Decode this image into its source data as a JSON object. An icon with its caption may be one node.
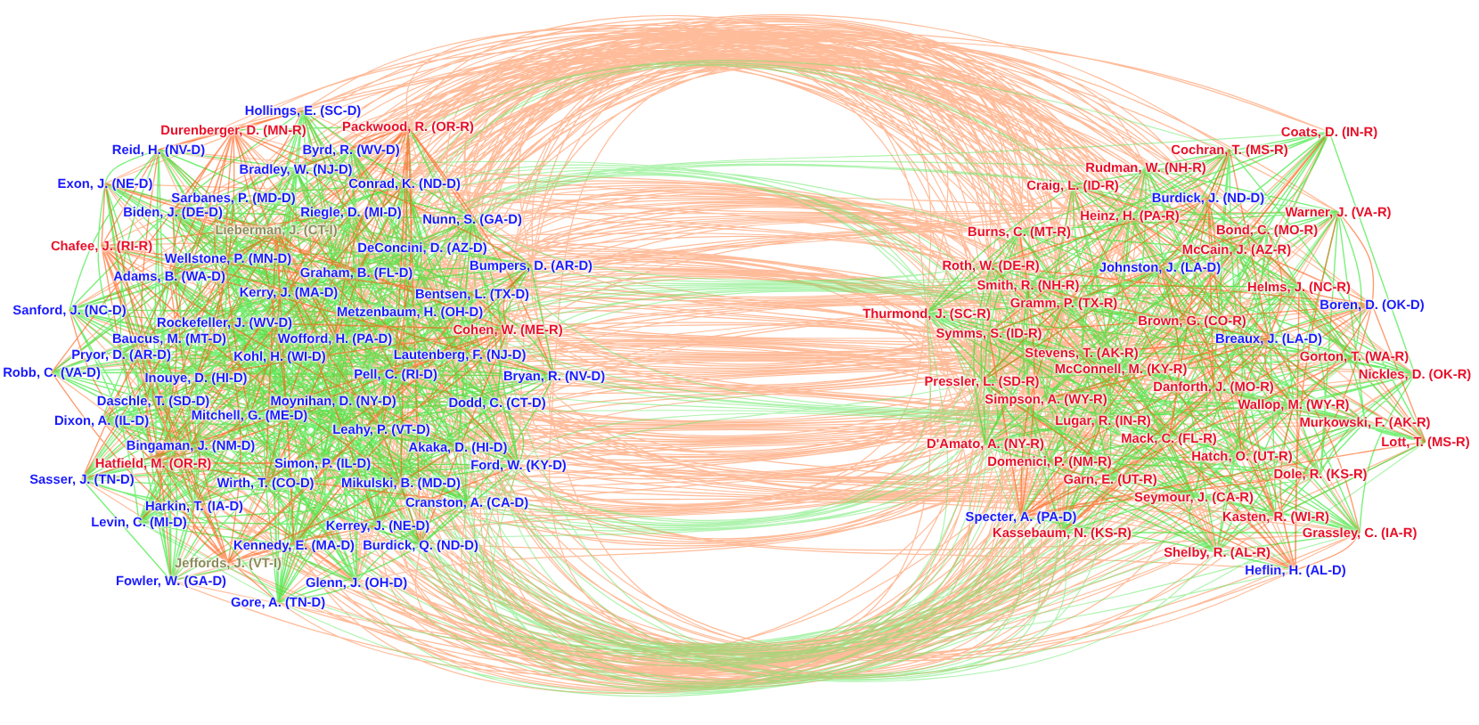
{
  "diagram": {
    "labels": [
      "Hollings, E. (SC-D)",
      "Durenberger, D. (MN-R)",
      "Packwood, R. (OR-R)",
      "Reid, H. (NV-D)",
      "Byrd, R. (WV-D)",
      "Bradley, W. (NJ-D)",
      "Exon, J. (NE-D)",
      "Conrad, K. (ND-D)",
      "Sarbanes, P. (MD-D)",
      "Biden, J. (DE-D)",
      "Riegle, D. (MI-D)",
      "Nunn, S. (GA-D)",
      "Lieberman, J. (CT-I)",
      "Chafee, J. (RI-R)",
      "Wellstone, P. (MN-D)",
      "DeConcini, D. (AZ-D)",
      "Bumpers, D. (AR-D)",
      "Adams, B. (WA-D)",
      "Graham, B. (FL-D)",
      "Kerry, J. (MA-D)",
      "Bentsen, L. (TX-D)",
      "Sanford, J. (NC-D)",
      "Metzenbaum, H. (OH-D)",
      "Rockefeller, J. (WV-D)",
      "Baucus, M. (MT-D)",
      "Wofford, H. (PA-D)",
      "Cohen, W. (ME-R)",
      "Pryor, D. (AR-D)",
      "Kohl, H. (WI-D)",
      "Lautenberg, F. (NJ-D)",
      "Robb, C. (VA-D)",
      "Inouye, D. (HI-D)",
      "Pell, C. (RI-D)",
      "Bryan, R. (NV-D)",
      "Daschle, T. (SD-D)",
      "Moynihan, D. (NY-D)",
      "Dodd, C. (CT-D)",
      "Dixon, A. (IL-D)",
      "Mitchell, G. (ME-D)",
      "Leahy, P. (VT-D)",
      "Bingaman, J. (NM-D)",
      "Akaka, D. (HI-D)",
      "Hatfield, M. (OR-R)",
      "Simon, P. (IL-D)",
      "Ford, W. (KY-D)",
      "Sasser, J. (TN-D)",
      "Wirth, T. (CO-D)",
      "Mikulski, B. (MD-D)",
      "Harkin, T. (IA-D)",
      "Cranston, A. (CA-D)",
      "Levin, C. (MI-D)",
      "Kerrey, J. (NE-D)",
      "Kennedy, E. (MA-D)",
      "Burdick, Q. (ND-D)",
      "Jeffords, J. (VT-I)",
      "Fowler, W. (GA-D)",
      "Glenn, J. (OH-D)",
      "Gore, A. (TN-D)",
      "Coats, D. (IN-R)",
      "Cochran, T. (MS-R)",
      "Rudman, W. (NH-R)",
      "Craig, L. (ID-R)",
      "Burdick, J. (ND-D)",
      "Heinz, H. (PA-R)",
      "Warner, J. (VA-R)",
      "Burns, C. (MT-R)",
      "Bond, C. (MO-R)",
      "McCain, J. (AZ-R)",
      "Roth, W. (DE-R)",
      "Johnston, J. (LA-D)",
      "Smith, R. (NH-R)",
      "Helms, J. (NC-R)",
      "Gramm, P. (TX-R)",
      "Boren, D. (OK-D)",
      "Thurmond, J. (SC-R)",
      "Brown, G. (CO-R)",
      "Symms, S. (ID-R)",
      "Breaux, J. (LA-D)",
      "Stevens, T. (AK-R)",
      "Gorton, T. (WA-R)",
      "McConnell, M. (KY-R)",
      "Nickles, D. (OK-R)",
      "Pressler, L. (SD-R)",
      "Danforth, J. (MO-R)",
      "Simpson, A. (WY-R)",
      "Wallop, M. (WY-R)",
      "Lugar, R. (IN-R)",
      "Murkowski, F. (AK-R)",
      "D'Amato, A. (NY-R)",
      "Mack, C. (FL-R)",
      "Lott, T. (MS-R)",
      "Hatch, O. (UT-R)",
      "Domenici, P. (NM-R)",
      "Dole, R. (KS-R)",
      "Garn, E. (UT-R)",
      "Seymour, J. (CA-R)",
      "Specter, A. (PA-D)",
      "Kasten, R. (WI-R)",
      "Kassebaum, N. (KS-R)",
      "Grassley, C. (IA-R)",
      "Shelby, R. (AL-R)",
      "Heflin, H. (AL-D)"
    ]
  }
}
